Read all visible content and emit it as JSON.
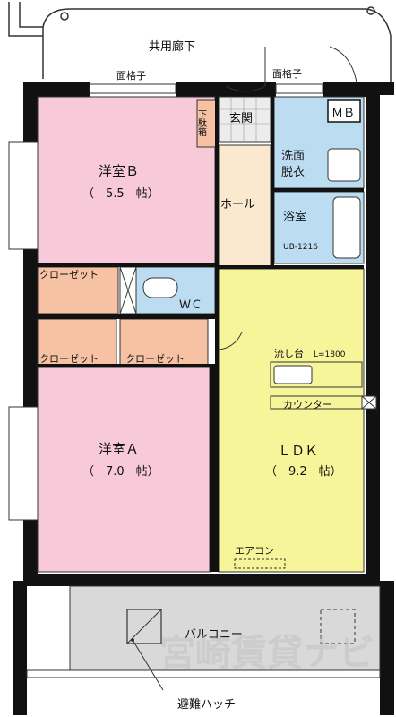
{
  "labels": {
    "corridor": "共用廊下",
    "grille_left": "面格子",
    "grille_right": "面格子",
    "mb": "ＭＢ",
    "shoe_box": "下駄箱",
    "entrance": "玄関",
    "washroom_line1": "洗面",
    "washroom_line2": "脱衣",
    "hall": "ホール",
    "bath": "浴室",
    "bath_unit": "UB-1216",
    "room_b": "洋室Ｂ",
    "room_b_size": "（　5.5　帖）",
    "room_a": "洋室Ａ",
    "room_a_size": "（　7.0　帖）",
    "closet_b": "クローゼット",
    "closet_a1": "クローゼット",
    "closet_a2": "クローゼット",
    "wc": "ＷＣ",
    "sink": "流し台",
    "sink_length": "L=1800",
    "counter": "カウンター",
    "ldk": "ＬＤＫ",
    "ldk_size": "（　9.2　帖）",
    "aircon": "エアコン",
    "balcony": "バルコニー",
    "hatch": "避難ハッチ",
    "watermark": "宮崎賃貸ナビ"
  },
  "colors": {
    "wall": "#111111",
    "room_pink": "#f7c9d9",
    "closet_orange": "#f7c1a4",
    "hall_beige": "#fbe9cf",
    "water_blue": "#bcdcf2",
    "ldk_yellow": "#f7f59a",
    "balcony_gray": "#d9d9d9"
  }
}
